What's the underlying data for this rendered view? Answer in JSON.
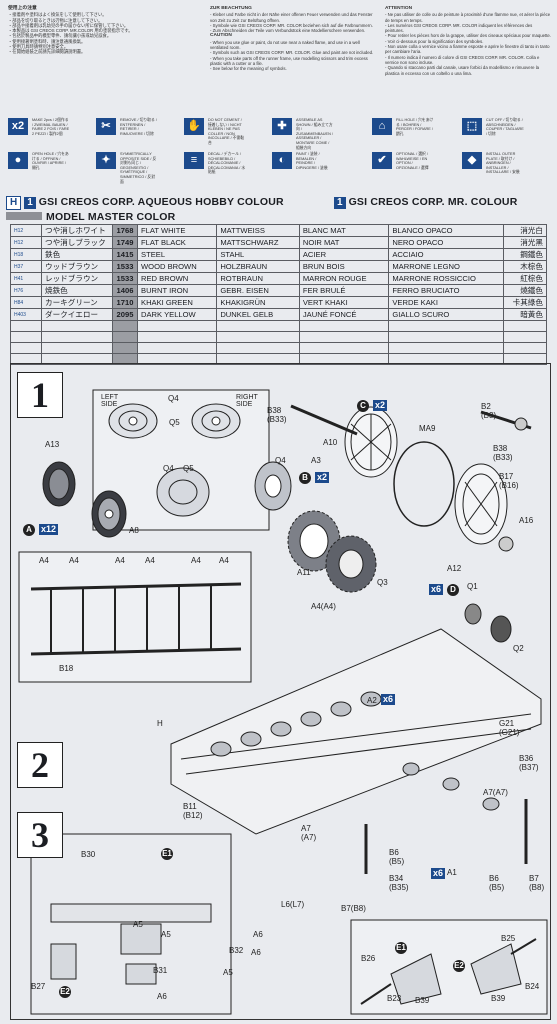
{
  "notes": {
    "jp_title": "使用上の注意",
    "jp_lines": [
      "・接着剤や塗料はよく換気をして使用して下さい。",
      "・部品を切り取るときは刃物に注意して下さい。",
      "・部品や接着剤は乳幼児の手の届かない所に保管して下さい。",
      "・本製品は GSI CREOS CORP. MR.COLOR 用の塗装指示です。"
    ],
    "cn_lines": [
      "・包括於製品中的模型零件、請勿讓小孩或幼兒誤食。",
      "・使用接著劑塗料時、請注意通風換氣。",
      "・使用刀具時請特別注意安全。",
      "・在開始組裝之前請先詳細閱讀說明書。"
    ],
    "de_title": "ZUR BEACHTUNG",
    "de_lines": [
      "- Kleber und Farbe nicht in der Nähe einer offenen Feuer verwenden und das Fenster von Zeit zu Zeit zur Belüftung öffnen.",
      "- Symbole wie GSI CREOS CORP. MR. COLOR beziehen sich auf die Farbnummern.",
      "- Zum Abschneiden der Teile vom Verbundstück eine Modellierschere verwenden."
    ],
    "en_title": "CAUTION",
    "en_lines": [
      "- When you use glue or paint, do not use near a naked flame, and use in a well ventilated room.",
      "- Symbols such as GSI CREOS CORP. MR. COLOR. Glue and paint are not included.",
      "- When you take parts off the runner frame, use modelling scissors and trim excess plastic with a cutter or a file.",
      "- See below for the meaning of symbols."
    ],
    "fr_title": "ATTENTION",
    "fr_lines": [
      "- Ne pas utiliser de colle ou de peinture à proximité d'une flamme nue, et aérer la pièce de temps en temps.",
      "- Les numéros GSI CREOS CORP. MR. COLOR indiquent les références des peintures.",
      "- Pour retirer les pièces hors de la grappe, utiliser des ciseaux spéciaux pour maquette.",
      "- Voir ci-dessous pour la signification des symboles."
    ],
    "it_lines": [
      "- Non usare colla o vernice vicino a fiamme esposte e aprire le finestre di tanto in tanto per cambiare l'aria.",
      "- Il numero indica il numero di colore di GSI CREOS CORP. MR. COLOR. Colla e vernice non sono incluse.",
      "- Quando si staccano parti dal canale, usare forbici da modellismo e rimuovere la plastica in eccesso con un coltello o una lima.",
      "- Vedere in basso il significato dei simboli."
    ]
  },
  "symbols": [
    {
      "glyph": "x2",
      "text": "MAKE 2pcs / 2個作る / ZWEIMAL BAUEN / FAIRE 2 FOIS / FARE 2 PEZZI / 製作2個"
    },
    {
      "glyph": "✂",
      "text": "REMOVE / 切り取る / ENTFERNEN / RETIRER / RIMUOVERE / 切除"
    },
    {
      "glyph": "✋",
      "text": "DO NOT CEMENT / 接着しない / NICHT KLEBEN / NE PAS COLLER / NON INCOLLARE / 不需黏合"
    },
    {
      "glyph": "✚",
      "text": "ASSEMBLE AS SHOWN / 組み立て方向 / ZUSAMMENBAUEN / ASSEMBLER / MONTARE COME / 組裝方向"
    },
    {
      "glyph": "⌂",
      "text": "FILL HOLE / 穴をあける / BOHREN / PERCER / FORARE / 鑽孔"
    },
    {
      "glyph": "⬚",
      "text": "CUT OFF / 切り取る / ABSCHNEIDEN / COUPER / TAGLIARE / 切除"
    }
  ],
  "symbols_row2": [
    {
      "glyph": "●",
      "text": "OPEN HOLE / 穴をあける / ÖFFNEN / OUVRIR / APRIRE / 開孔"
    },
    {
      "glyph": "✦",
      "text": "SYMMETRICALLY OPPOSITE SIDE / 反対側も同じ / GEGENSEITIG / SYMÉTRIQUE / SIMMETRICO / 反對面"
    },
    {
      "glyph": "≡",
      "text": "DECAL / デカール / SCHIEBEBILD / DÉCALCOMANIE / DECALCOMANIA / 水貼紙"
    },
    {
      "glyph": "◐",
      "text": "PAINT / 塗装 / BEMALEN / PEINDRE / DIPINGERE / 塗裝"
    },
    {
      "glyph": "✔",
      "text": "OPTIONAL / 選択 / WAHLWEISE / EN OPTION / OPZIONALE / 選擇"
    },
    {
      "glyph": "◆",
      "text": "INSTALL OUTER PLATE / 取付け / ANBRINGEN / INSTALLER / INSTALLARE / 安裝"
    }
  ],
  "color_header": {
    "h_badge": "H",
    "one_badge": "1",
    "aqueous": "GSI CREOS CORP. AQUEOUS HOBBY COLOUR",
    "mr": "GSI CREOS CORP. MR. COLOUR",
    "master": "MODEL MASTER COLOR"
  },
  "colors": [
    {
      "code": "H12",
      "jp": "つや消しホワイト",
      "num": "1768",
      "en": "FLAT WHITE",
      "de": "MATTWEISS",
      "fr": "BLANC MAT",
      "it": "BLANCO OPACO",
      "cn": "消光白"
    },
    {
      "code": "H12",
      "jp": "つや消しブラック",
      "num": "1749",
      "en": "FLAT BLACK",
      "de": "MATTSCHWARZ",
      "fr": "NOIR MAT",
      "it": "NERO OPACO",
      "cn": "消光黑"
    },
    {
      "code": "H18",
      "jp": "鉄色",
      "num": "1415",
      "en": "STEEL",
      "de": "STAHL",
      "fr": "ACIER",
      "it": "ACCIAIO",
      "cn": "鋼鐵色"
    },
    {
      "code": "H37",
      "jp": "ウッドブラウン",
      "num": "1533",
      "en": "WOOD BROWN",
      "de": "HOLZBRAUN",
      "fr": "BRUN BOIS",
      "it": "MARRONE LEGNO",
      "cn": "木棕色"
    },
    {
      "code": "H41",
      "jp": "レッドブラウン",
      "num": "1533",
      "en": "RED BROWN",
      "de": "ROTBRAUN",
      "fr": "MARRON ROUGE",
      "it": "MARRONE ROSSICCIO",
      "cn": "紅棕色"
    },
    {
      "code": "H76",
      "jp": "焼鉄色",
      "num": "1406",
      "en": "BURNT IRON",
      "de": "GEBR. EISEN",
      "fr": "FER BRULÉ",
      "it": "FERRO BRUCIATO",
      "cn": "燒鐵色"
    },
    {
      "code": "H84",
      "jp": "カーキグリーン",
      "num": "1710",
      "en": "KHAKI GREEN",
      "de": "KHAKIGRÜN",
      "fr": "VERT KHAKI",
      "it": "VERDE KAKI",
      "cn": "卡其綠色"
    },
    {
      "code": "H403",
      "jp": "ダークイエロー",
      "num": "2095",
      "en": "DARK YELLOW",
      "de": "DUNKEL GELB",
      "fr": "JAUNÉ FONCÉ",
      "it": "GIALLO SCURO",
      "cn": "暗黃色"
    }
  ],
  "diagram": {
    "steps": [
      "1",
      "2",
      "3"
    ],
    "labels": {
      "left_side": "LEFT\nSIDE",
      "right_side": "RIGHT\nSIDE",
      "q4a": "Q4",
      "q5a": "Q5",
      "q4b": "Q4",
      "q5b": "Q5",
      "b38": "B38\n(B33)",
      "b2": "B2\n(B3)",
      "b38b": "B38\n(B33)",
      "b17": "B17\n(B16)",
      "a10": "A10",
      "ma9": "MA9",
      "q4c": "Q4",
      "a3": "A3",
      "a13": "A13",
      "a8": "A8",
      "a11": "A11",
      "q3": "Q3",
      "a12": "A12",
      "a16": "A16",
      "q1": "Q1",
      "q2": "Q2",
      "a4_1": "A4",
      "a4_2": "A4",
      "a4_3": "A4",
      "a4_4": "A4",
      "a4_5": "A4",
      "a4_6": "A4",
      "b18": "B18",
      "a4a4": "A4(A4)",
      "a2": "A2",
      "h": "H",
      "g21": "G21\n(G21)",
      "b36": "B36\n(B37)",
      "a7a7": "A7(A7)",
      "b11": "B11\n(B12)",
      "a7b": "A7\n(A7)",
      "b6b5": "B6\n(B5)",
      "b34": "B34\n(B35)",
      "a1": "A1",
      "b6b5b": "B6\n(B5)",
      "b7b8": "B7\n(B8)",
      "l6l7": "L6(L7)",
      "b7b8b": "B7(B8)",
      "b30": "B30",
      "a5a": "A5",
      "a5b": "A5",
      "a6a": "A6",
      "b32": "B32",
      "a6b": "A6",
      "b31": "B31",
      "a5c": "A5",
      "b27": "B27",
      "a6c": "A6",
      "b26": "B26",
      "b25": "B25",
      "b23": "B23",
      "b39": "B39",
      "b24": "B24",
      "b39b": "B39"
    },
    "multipliers": {
      "c": "x2",
      "x2b": "x2",
      "x12": "x12",
      "x6a": "x6",
      "x6b": "x6",
      "x6c": "x6"
    },
    "callouts": {
      "c": "C",
      "a": "A",
      "d": "D",
      "b": "B",
      "e1": "E1",
      "e1b": "E1",
      "e2": "E2",
      "e2b": "E2"
    }
  }
}
